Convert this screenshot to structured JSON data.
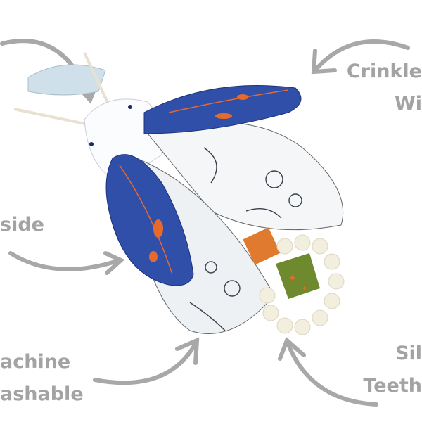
{
  "labels": {
    "crinkle_line1": "Crinkle",
    "crinkle_line2": "Wi",
    "inside": "side",
    "machine_line1": "achine",
    "machine_line2": "ashable",
    "silicone_line1": "Sil",
    "silicone_line2": "Teeth"
  },
  "colors": {
    "label_gray": "#a3a3a3",
    "wing_blue": "#2f4fa8",
    "accent_orange": "#e8692c",
    "teether_cream": "#f3efdf",
    "olive_block": "#6f8a2e"
  }
}
